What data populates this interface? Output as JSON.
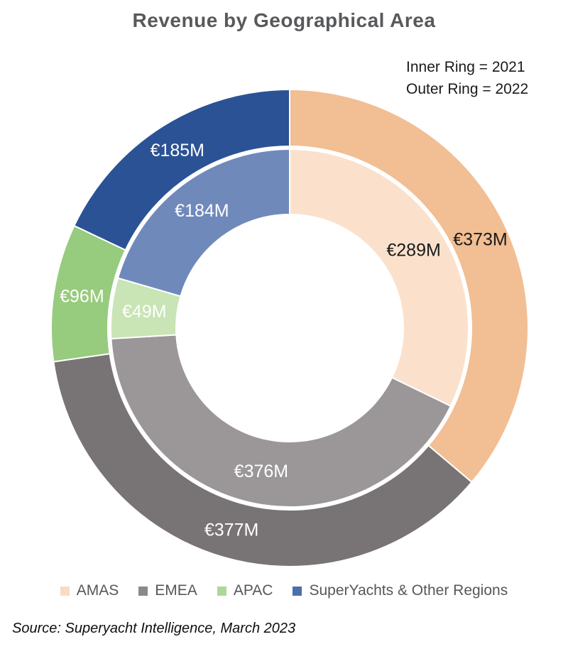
{
  "header": {
    "title": "Revenue by Geographical Area"
  },
  "annotation": {
    "line1": "Inner Ring = 2021",
    "line2": "Outer Ring = 2022"
  },
  "legend": {
    "items": [
      {
        "label": "AMAS",
        "color": "#F8DCC2"
      },
      {
        "label": "EMEA",
        "color": "#8D898A"
      },
      {
        "label": "APAC",
        "color": "#AFD79A"
      },
      {
        "label": "SuperYachts & Other Regions",
        "color": "#4A71AC"
      }
    ]
  },
  "footer": {
    "source": "Source: Superyacht Intelligence, March 2023"
  },
  "chart_data": {
    "type": "pie",
    "variant": "double-ring-donut",
    "title": "Revenue by Geographical Area",
    "unit": "EUR millions",
    "categories": [
      "AMAS",
      "EMEA",
      "APAC",
      "SuperYachts & Other Regions"
    ],
    "series": [
      {
        "name": "2021",
        "ring": "inner",
        "values": [
          289,
          376,
          49,
          184
        ],
        "labels": [
          "€289M",
          "€376M",
          "€49M",
          "€184M"
        ],
        "colors": [
          "#FBE1CC",
          "#9B9798",
          "#C9E4B5",
          "#7089BB"
        ]
      },
      {
        "name": "2022",
        "ring": "outer",
        "values": [
          373,
          377,
          96,
          185
        ],
        "labels": [
          "€373M",
          "€377M",
          "€96M",
          "€185M"
        ],
        "colors": [
          "#F2BE93",
          "#787374",
          "#97CB7D",
          "#2B5295"
        ]
      }
    ],
    "label_colors": [
      "#1a1a1a",
      "#ffffff",
      "#ffffff",
      "#ffffff"
    ],
    "start_angle_deg": 0,
    "clockwise": true,
    "legend_position": "bottom",
    "geometry": {
      "cx": 408,
      "cy": 462,
      "inner_radii": [
        160,
        252
      ],
      "outer_radii": [
        256,
        336
      ]
    }
  }
}
